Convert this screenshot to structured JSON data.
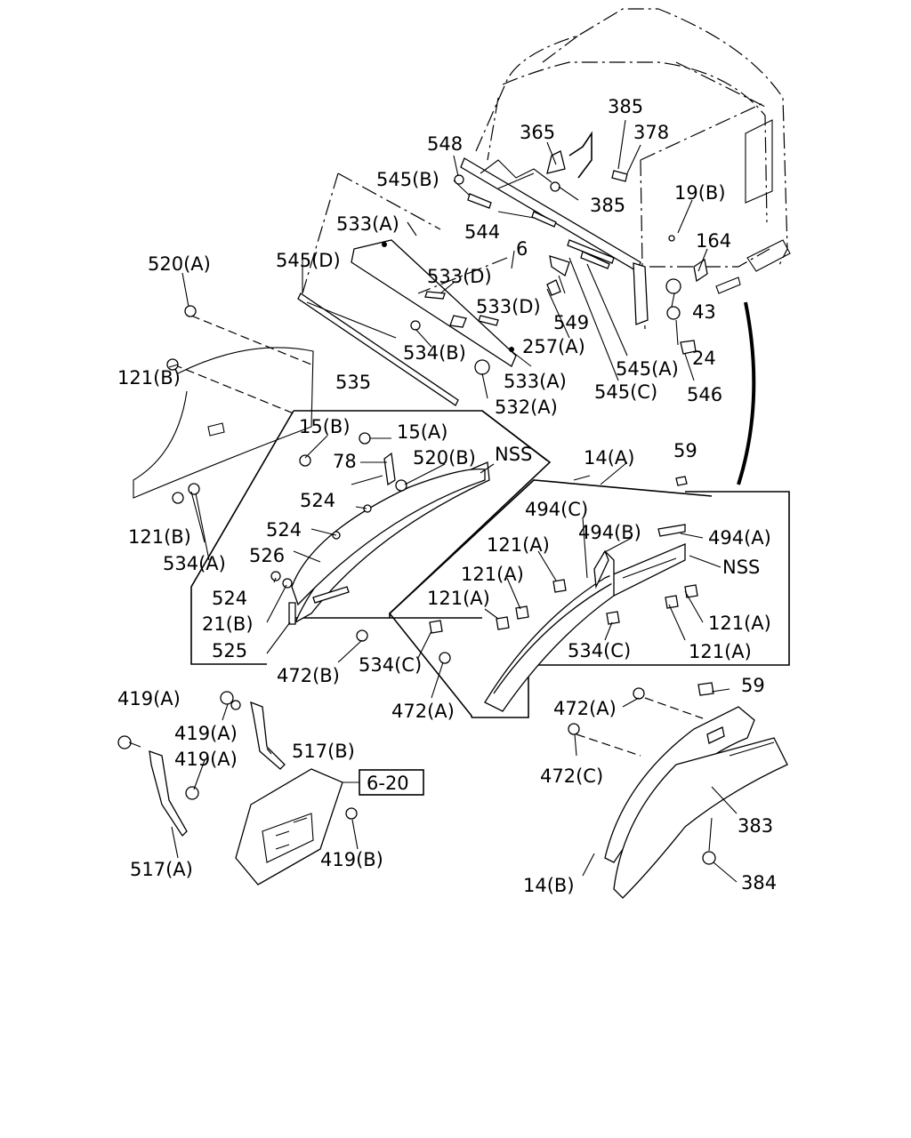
{
  "reference_box": "6-20",
  "labels": {
    "l385a": "385",
    "l378": "378",
    "l365": "365",
    "l548": "548",
    "l385b": "385",
    "l545b": "545(B)",
    "l19b": "19(B)",
    "l164": "164",
    "l533a1": "533(A)",
    "l544": "544",
    "l6": "6",
    "l545d": "545(D)",
    "l520a": "520(A)",
    "l533d1": "533(D)",
    "l533d2": "533(D)",
    "l549": "549",
    "l43": "43",
    "l24": "24",
    "l257a": "257(A)",
    "l534b": "534(B)",
    "l545a": "545(A)",
    "l121b1": "121(B)",
    "l533a2": "533(A)",
    "l546": "546",
    "l545c": "545(C)",
    "l535": "535",
    "l532a": "532(A)",
    "l15b": "15(B)",
    "l15a": "15(A)",
    "l78": "78",
    "l520b": "520(B)",
    "l nss1": "NSS",
    "l14a": "14(A)",
    "l59a": "59",
    "l524a": "524",
    "l494c": "494(C)",
    "l121b2": "121(B)",
    "l524b": "524",
    "l494b": "494(B)",
    "l494a": "494(A)",
    "l121a1": "121(A)",
    "l534a": "534(A)",
    "l526": "526",
    "lnss2": "NSS",
    "l121a2": "121(A)",
    "l524c": "524",
    "l121a3": "121(A)",
    "l21b": "21(B)",
    "l121a4": "121(A)",
    "l525": "525",
    "l534c1": "534(C)",
    "l534c2": "534(C)",
    "l121a5": "121(A)",
    "l472b": "472(B)",
    "l59b": "59",
    "l419a1": "419(A)",
    "l472a1": "472(A)",
    "l472a2": "472(A)",
    "l419a2": "419(A)",
    "l517b": "517(B)",
    "l419a3": "419(A)",
    "l472c": "472(C)",
    "l383": "383",
    "l419b": "419(B)",
    "l517a": "517(A)",
    "l14b": "14(B)",
    "l384": "384"
  }
}
